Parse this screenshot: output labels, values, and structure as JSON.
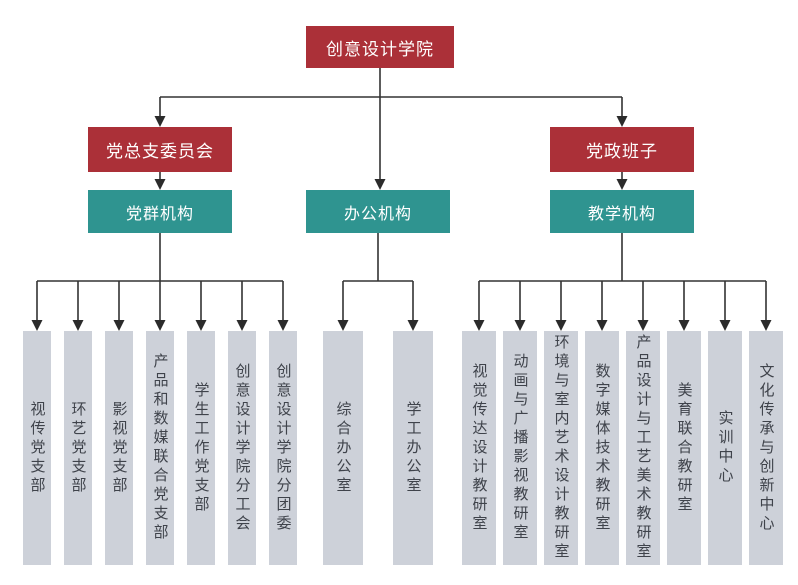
{
  "palette": {
    "node_red": "#AB3038",
    "node_teal": "#2F9490",
    "leaf_gray": "#CDD1D9",
    "line_color": "#333333",
    "leaf_text": "#3F434B",
    "node_text": "#FFFFFF"
  },
  "nodes": {
    "root": "创意设计学院",
    "level2": {
      "party_committee": "党总支委员会",
      "party_admin": "党政班子"
    },
    "level3": {
      "party_mass": "党群机构",
      "office": "办公机构",
      "teaching": "教学机构"
    }
  },
  "groups": {
    "party_mass": [
      "视传党支部",
      "环艺党支部",
      "影视党支部",
      "产品和数媒联合党支部",
      "学生工作党支部",
      "创意设计学院分工会",
      "创意设计学院分团委"
    ],
    "office": [
      "综合办公室",
      "学工办公室"
    ],
    "teaching": [
      "视觉传达设计教研室",
      "动画与广播影视教研室",
      "环境与室内艺术设计教研室",
      "数字媒体技术教研室",
      "产品设计与工艺美术教研室",
      "美育联合教研室",
      "实训中心",
      "文化传承与创新中心"
    ]
  }
}
